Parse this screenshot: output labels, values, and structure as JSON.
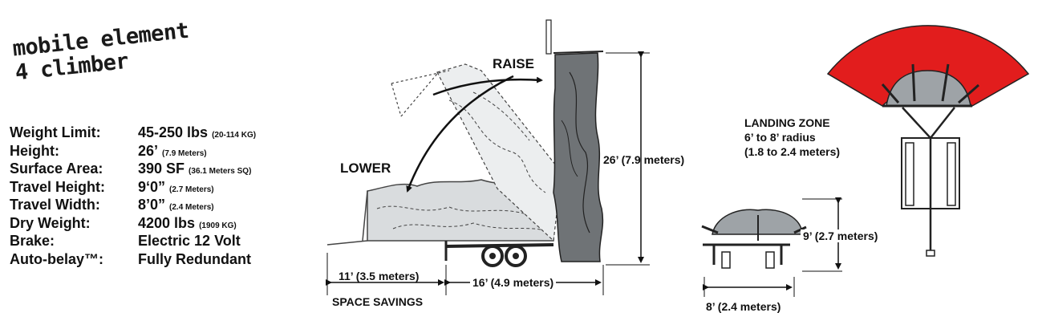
{
  "title": {
    "line1": "mobile element",
    "line2": "4 climber"
  },
  "specs": [
    {
      "label": "Weight Limit:",
      "value": "45-250 lbs",
      "sub": "(20-114 KG)"
    },
    {
      "label": "Height:",
      "value": "26’",
      "sub": "(7.9 Meters)"
    },
    {
      "label": "Surface Area:",
      "value": "390 SF",
      "sub": "(36.1 Meters SQ)"
    },
    {
      "label": "Travel Height:",
      "value": "9‘0”",
      "sub": "(2.7 Meters)"
    },
    {
      "label": "Travel Width:",
      "value": "8’0”",
      "sub": "(2.4 Meters)"
    },
    {
      "label": "Dry Weight:",
      "value": "4200 lbs",
      "sub": "(1909 KG)"
    },
    {
      "label": "Brake:",
      "value": "Electric 12 Volt",
      "sub": ""
    },
    {
      "label": "Auto-belay™:",
      "value": "Fully Redundant",
      "sub": ""
    }
  ],
  "diagram": {
    "raise": "RAISE",
    "lower": "LOWER",
    "height": "26’ (7.9 meters)",
    "space_length": "11’ (3.5 meters)",
    "length": "16’ (4.9 meters)",
    "space_savings": "SPACE SAVINGS",
    "travel_height": "9’ (2.7 meters)",
    "travel_width": "8’ (2.4 meters)",
    "landing_zone": {
      "title": "LANDING ZONE",
      "line2": "6’ to 8’ radius",
      "line3": "(1.8 to 2.4 meters)"
    }
  },
  "colors": {
    "landing_zone": "#e21d1d",
    "wall": "#6f7376",
    "lowered_wall": "#d9dcde",
    "text": "#111111"
  }
}
